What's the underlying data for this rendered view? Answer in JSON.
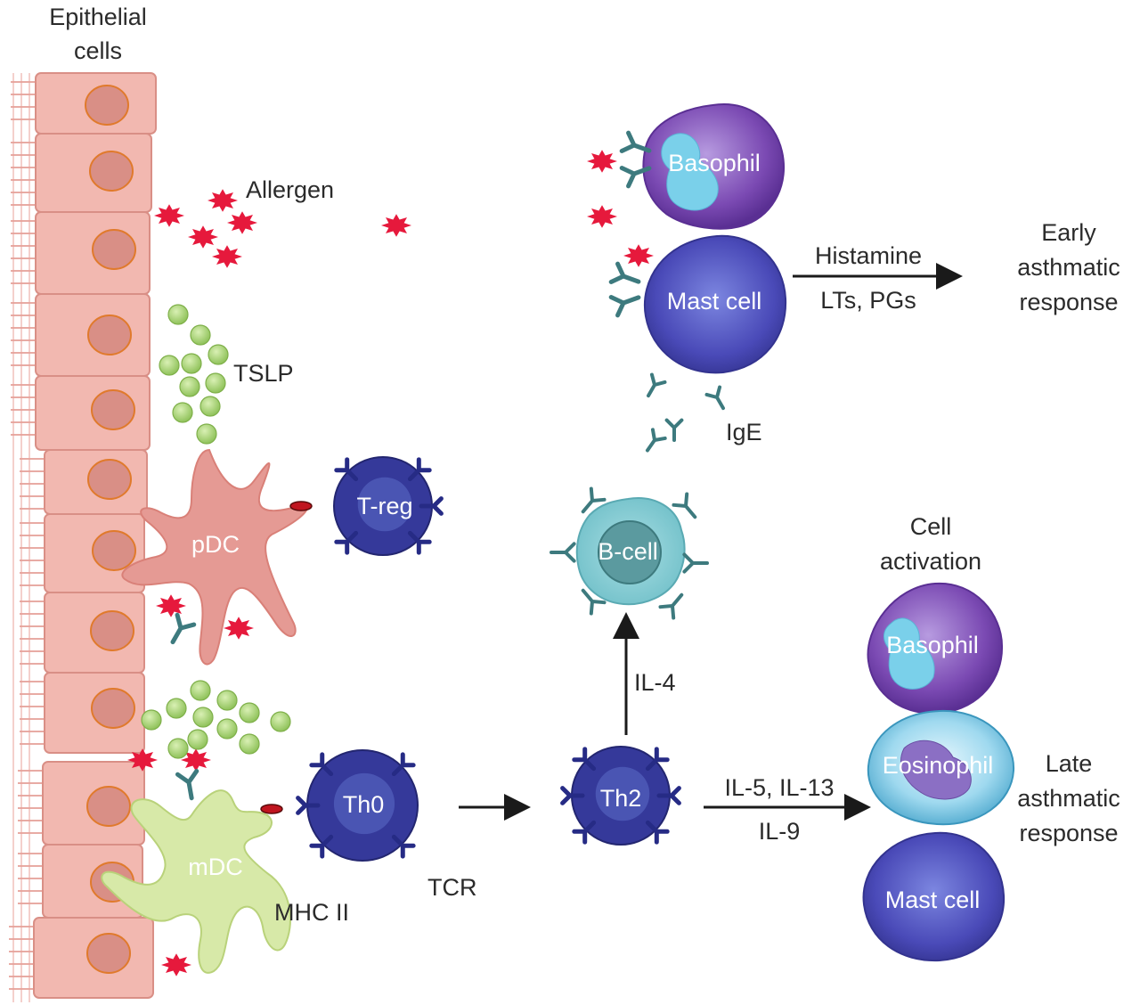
{
  "labels": {
    "epithelial_line1": "Epithelial",
    "epithelial_line2": "cells",
    "allergen": "Allergen",
    "tslp": "TSLP",
    "pdc": "pDC",
    "treg": "T-reg",
    "mdc": "mDC",
    "mhc": "MHC II",
    "th0": "Th0",
    "tcr": "TCR",
    "th2": "Th2",
    "il4": "IL-4",
    "bcell": "B-cell",
    "ige": "IgE",
    "basophil_top": "Basophil",
    "mast_top": "Mast cell",
    "histamine": "Histamine",
    "lts_pgs": "LTs, PGs",
    "early_line1": "Early",
    "early_line2": "asthmatic",
    "early_line3": "response",
    "il5_il13": "IL-5, IL-13",
    "il9": "IL-9",
    "cell_act_line1": "Cell",
    "cell_act_line2": "activation",
    "basophil_bottom": "Basophil",
    "eosinophil": "Eosinophil",
    "mast_bottom": "Mast cell",
    "late_line1": "Late",
    "late_line2": "asthmatic",
    "late_line3": "response"
  },
  "colors": {
    "epithelium_fill": "#f2b8b0",
    "epithelium_stroke": "#d98f86",
    "nucleus_fill": "#d98f86",
    "nucleus_stroke": "#e07a2c",
    "allergen": "#e6193c",
    "tslp": "#9ccc65",
    "pdc": "#e59a94",
    "mdc": "#d7e9a8",
    "tcell": "#35399a",
    "tcell_nucleus": "#4a55b3",
    "bcell": "#7cc7cf",
    "antibody": "#3d7a7e",
    "basophil": "#7b4ab3",
    "mast": "#4a4ab8",
    "eosinophil": "#6ec1e4",
    "arrow": "#1a1a1a"
  }
}
